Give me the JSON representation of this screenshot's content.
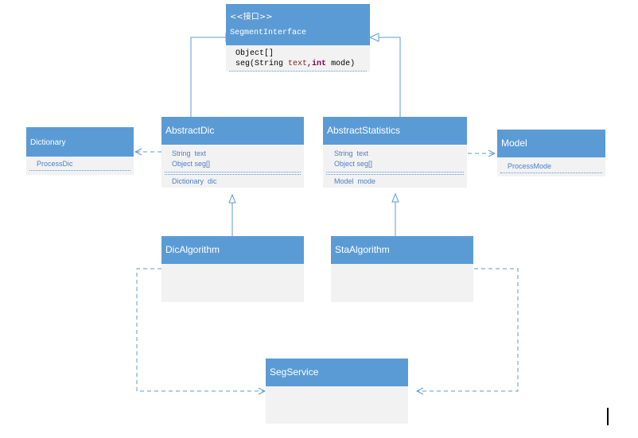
{
  "interface": {
    "stereotype": "<<接口>>",
    "name": "SegmentInterface",
    "members": [
      "Object[]"
    ],
    "method": {
      "name": "seg(String ",
      "param1": "text",
      "sep": ",",
      "type2": "int",
      "param2": " mode)"
    }
  },
  "abstract_dic": {
    "name": "AbstractDic",
    "attrs": [
      "String  text",
      "Object seg[]"
    ],
    "extra": "Dictionary  dic"
  },
  "abstract_statistics": {
    "name": "AbstractStatistics",
    "attrs": [
      "String  text",
      "Object seg[]"
    ],
    "extra": "Model  mode"
  },
  "dictionary": {
    "name": "Dictionary",
    "attr": "ProcessDic"
  },
  "model": {
    "name": "Model",
    "attr": "ProcessMode"
  },
  "dic_algorithm": {
    "name": "DicAlgorithm"
  },
  "sta_algorithm": {
    "name": "StaAlgorithm"
  },
  "seg_service": {
    "name": "SegService"
  },
  "colors": {
    "header": "#5b9bd5",
    "body": "#f2f2f2",
    "attr_text": "#4a7ec8",
    "keyword": "#7f0055",
    "param": "#7a1f1f"
  }
}
